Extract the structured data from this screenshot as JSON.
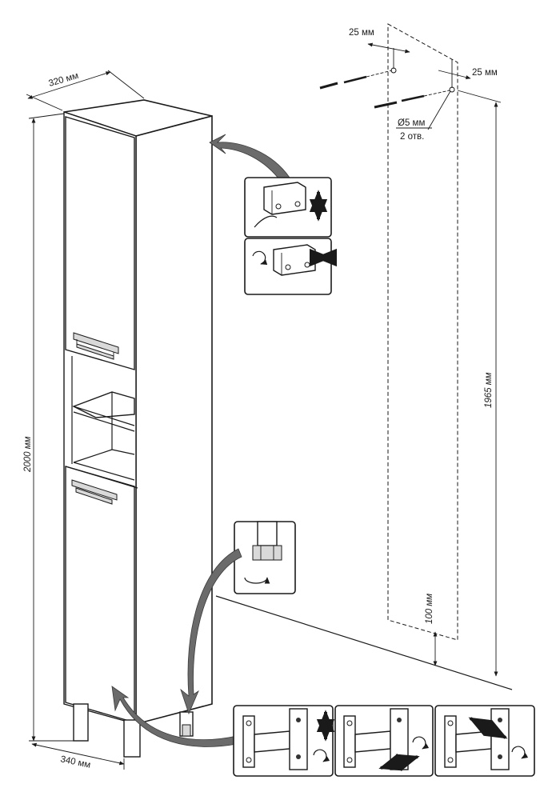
{
  "dimensions": {
    "top_width": "320 мм",
    "depth": "340 мм",
    "height": "2000 мм",
    "mount_height": "1965 мм",
    "offset_left": "25 мм",
    "offset_right": "25 мм",
    "hole_diameter": "Ø5 мм",
    "hole_count": "2 отв.",
    "bottom_gap": "100 мм"
  },
  "icons": {
    "door_hinge_detail": "hinge-adjustment-icon",
    "latch_detail": "latch-adjustment-icon",
    "leg_detail": "leg-height-adjust-icon",
    "screw": "screw-icon",
    "rotate": "rotate-arrow-icon"
  },
  "colors": {
    "line": "#1a1a1a",
    "curved_arrow": "#6b6b6b",
    "background": "#ffffff"
  }
}
